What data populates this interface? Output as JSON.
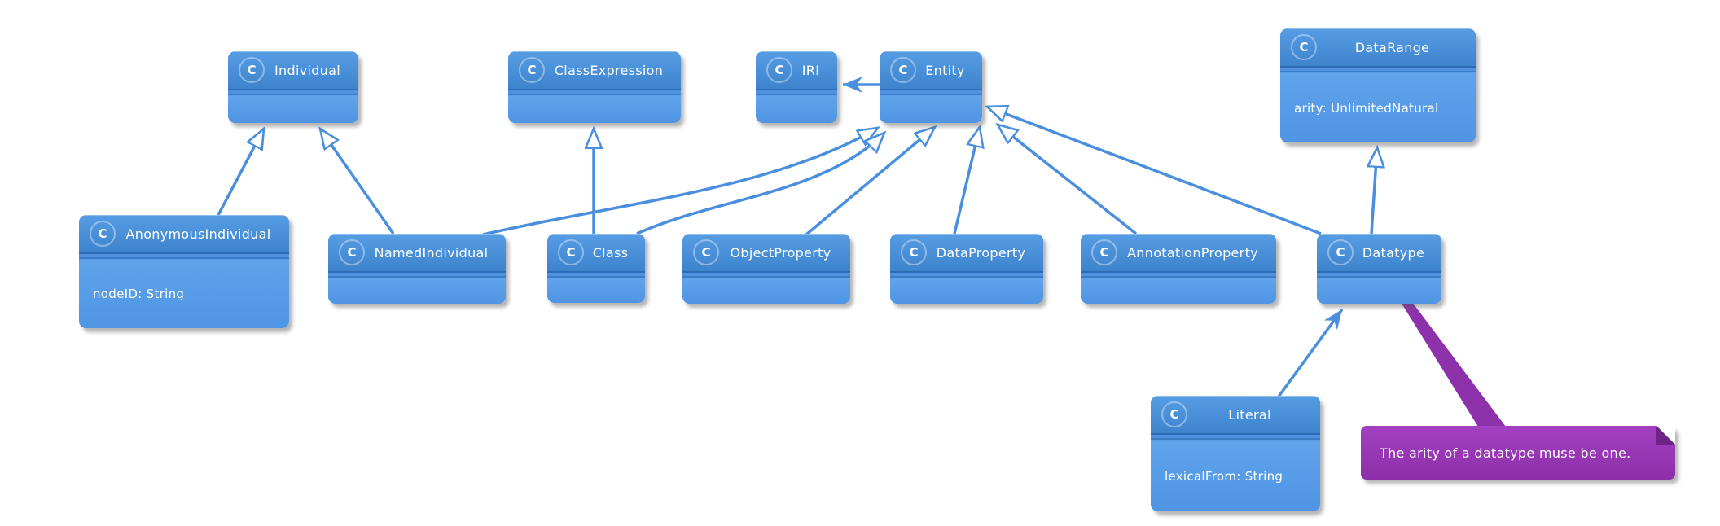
{
  "diagram": {
    "badge_letter": "C",
    "colors": {
      "line": "#4a8fdd",
      "box_header": "#4a90d9",
      "box_body": "#559ae6",
      "box_divider": "#2d6cb4",
      "note_background": "#9838b5",
      "note_fold": "#6e2387",
      "text": "#ffffff"
    },
    "classes": [
      {
        "name": "Individual",
        "attributes": []
      },
      {
        "name": "ClassExpression",
        "attributes": []
      },
      {
        "name": "IRI",
        "attributes": []
      },
      {
        "name": "Entity",
        "attributes": []
      },
      {
        "name": "DataRange",
        "attributes": [
          "arity: UnlimitedNatural"
        ]
      },
      {
        "name": "AnonymousIndividual",
        "attributes": [
          "nodeID: String"
        ]
      },
      {
        "name": "NamedIndividual",
        "attributes": []
      },
      {
        "name": "Class",
        "attributes": []
      },
      {
        "name": "ObjectProperty",
        "attributes": []
      },
      {
        "name": "DataProperty",
        "attributes": []
      },
      {
        "name": "AnnotationProperty",
        "attributes": []
      },
      {
        "name": "Datatype",
        "attributes": []
      },
      {
        "name": "Literal",
        "attributes": [
          "lexicalFrom: String"
        ]
      }
    ],
    "note": {
      "text": "The arity of a datatype muse be one."
    },
    "relations": [
      {
        "from": "AnonymousIndividual",
        "to": "Individual",
        "type": "generalization"
      },
      {
        "from": "NamedIndividual",
        "to": "Individual",
        "type": "generalization"
      },
      {
        "from": "NamedIndividual",
        "to": "Entity",
        "type": "generalization"
      },
      {
        "from": "Class",
        "to": "ClassExpression",
        "type": "generalization"
      },
      {
        "from": "Class",
        "to": "Entity",
        "type": "generalization"
      },
      {
        "from": "ObjectProperty",
        "to": "Entity",
        "type": "generalization"
      },
      {
        "from": "DataProperty",
        "to": "Entity",
        "type": "generalization"
      },
      {
        "from": "AnnotationProperty",
        "to": "Entity",
        "type": "generalization"
      },
      {
        "from": "Datatype",
        "to": "Entity",
        "type": "generalization"
      },
      {
        "from": "Datatype",
        "to": "DataRange",
        "type": "generalization"
      },
      {
        "from": "Entity",
        "to": "IRI",
        "type": "association"
      },
      {
        "from": "Literal",
        "to": "Datatype",
        "type": "association"
      },
      {
        "from": "Datatype",
        "to": "note",
        "type": "note-link"
      }
    ]
  }
}
